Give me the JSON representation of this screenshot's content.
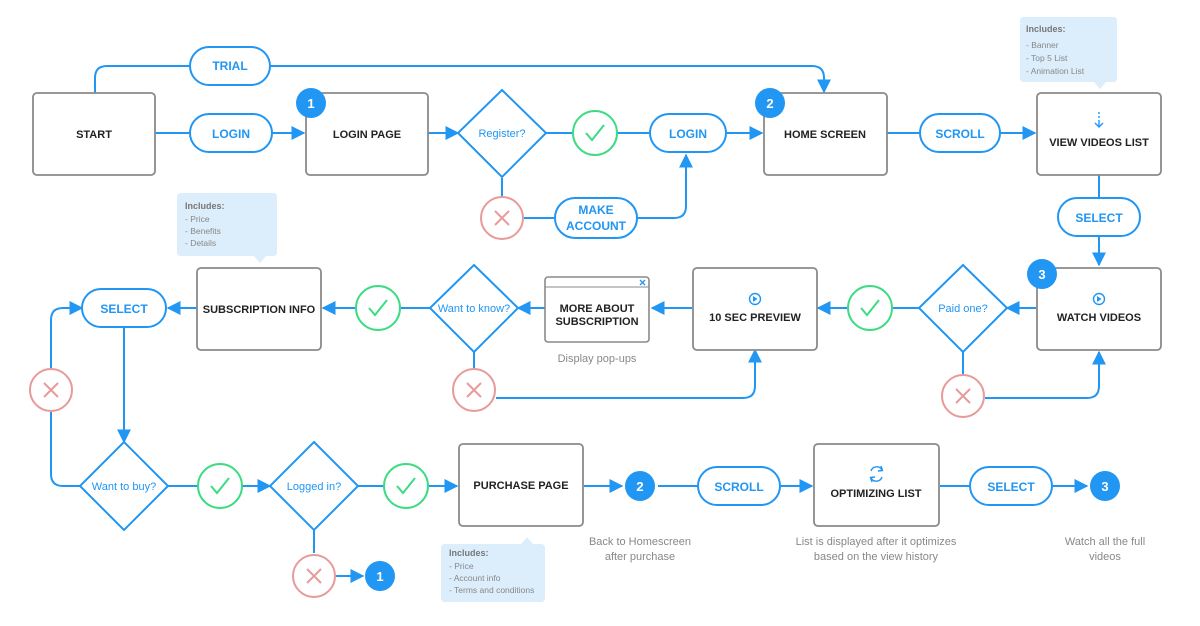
{
  "colors": {
    "blue": "#2196f3",
    "green": "#3ddc84",
    "red": "#e89a9a",
    "box_border": "#8a8a8a",
    "note_bg": "#dcedfb"
  },
  "boxes": {
    "start": "START",
    "login_page": "LOGIN PAGE",
    "home_screen": "HOME SCREEN",
    "view_videos_list": "VIEW VIDEOS LIST",
    "watch_videos": "WATCH VIDEOS",
    "preview": "10 SEC PREVIEW",
    "more_about_1": "MORE ABOUT",
    "more_about_2": "SUBSCRIPTION",
    "subscription_info": "SUBSCRIPTION INFO",
    "purchase_page": "PURCHASE PAGE",
    "optimizing_list": "OPTIMIZING LIST"
  },
  "pills": {
    "trial": "TRIAL",
    "login1": "LOGIN",
    "login2": "LOGIN",
    "make_account_1": "MAKE",
    "make_account_2": "ACCOUNT",
    "scroll1": "SCROLL",
    "select1": "SELECT",
    "select2": "SELECT",
    "scroll2": "SCROLL",
    "select3": "SELECT"
  },
  "decisions": {
    "register": "Register?",
    "paid_one": "Paid one?",
    "want_to_know": "Want to know?",
    "want_to_buy": "Want to buy?",
    "logged_in": "Logged in?"
  },
  "badges": {
    "login_page": "1",
    "home_screen": "2",
    "watch_videos": "3",
    "back_home": "2",
    "watch_full": "3",
    "to_login": "1"
  },
  "notes": {
    "home": {
      "title": "Includes:",
      "items": [
        "- Banner",
        "- Top 5 List",
        "- Animation List"
      ]
    },
    "subscription": {
      "title": "Includes:",
      "items": [
        "- Price",
        "- Benefits",
        "- Details"
      ]
    },
    "purchase": {
      "title": "Includes:",
      "items": [
        "- Price",
        "- Account info",
        "- Terms and conditions"
      ]
    }
  },
  "captions": {
    "popups": "Display pop-ups",
    "back_home_1": "Back to Homescreen",
    "back_home_2": "after purchase",
    "list_display_1": "List is displayed after it optimizes",
    "list_display_2": "based on the view history",
    "watch_full_1": "Watch all the full",
    "watch_full_2": "videos"
  },
  "icons": {
    "check": "check-icon",
    "cross": "cross-icon",
    "play": "play-icon",
    "refresh": "refresh-icon",
    "scroll_down": "scroll-down-icon",
    "close": "close-icon"
  }
}
